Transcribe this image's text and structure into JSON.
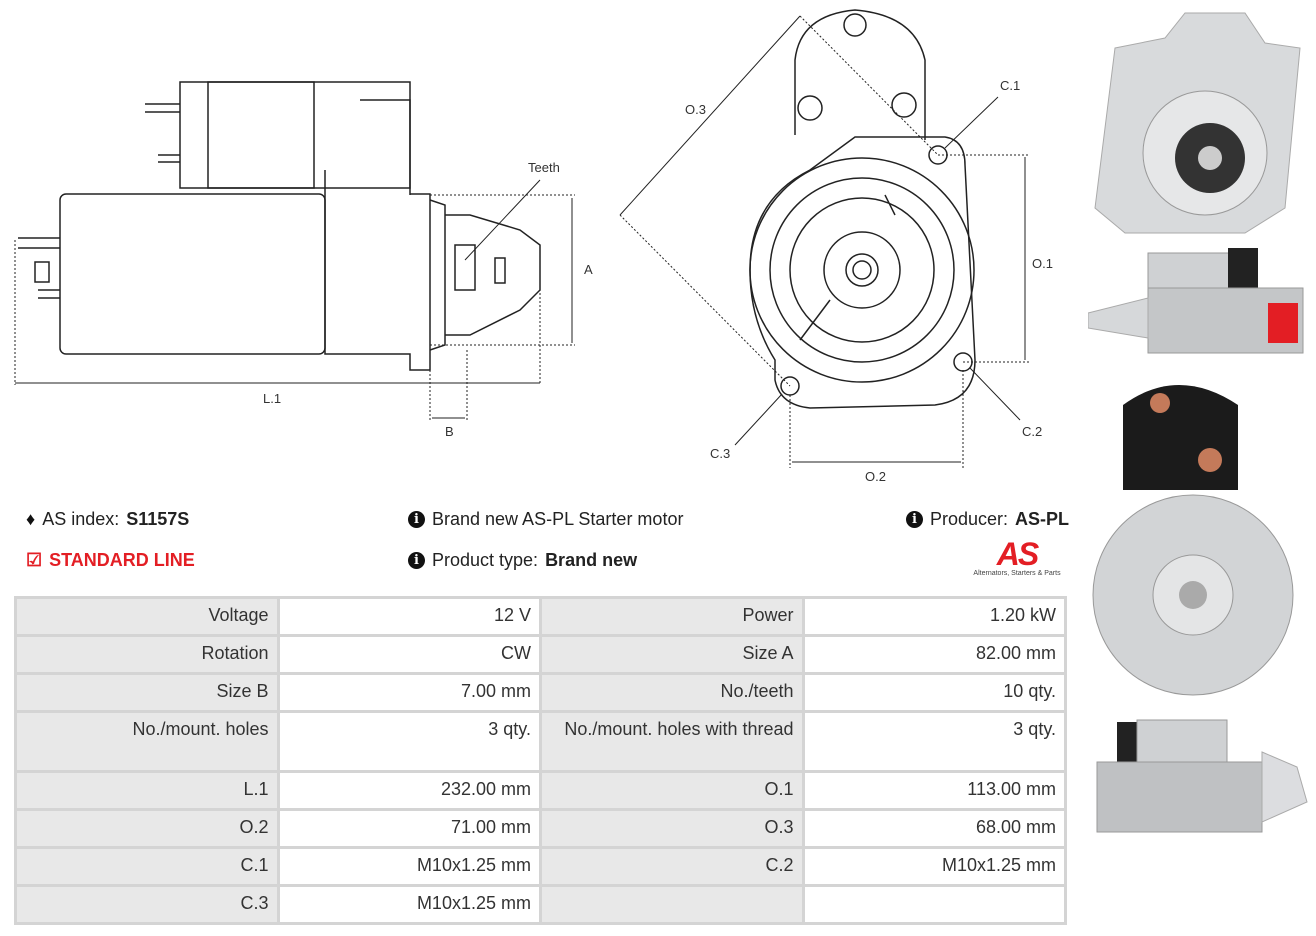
{
  "drawing": {
    "side_view_labels": {
      "teeth": "Teeth",
      "a": "A",
      "b": "B",
      "l1": "L.1"
    },
    "front_view_labels": {
      "o1": "O.1",
      "o2": "O.2",
      "o3": "O.3",
      "c1": "C.1",
      "c2": "C.2",
      "c3": "C.3"
    }
  },
  "info": {
    "index_label": "AS index:",
    "index_value": "S1157S",
    "line_label": "STANDARD LINE",
    "description": "Brand new AS-PL Starter motor",
    "product_type_label": "Product type:",
    "product_type_value": "Brand new",
    "producer_label": "Producer:",
    "producer_value": "AS-PL",
    "logo_text": "AS",
    "logo_tagline": "Alternators, Starters & Parts"
  },
  "colors": {
    "accent": "#e31e24",
    "header_bg": "#e8e8e8",
    "border": "#d4d4d4"
  },
  "specs": [
    [
      {
        "k": "Voltage",
        "v": "12 V"
      },
      {
        "k": "Power",
        "v": "1.20 kW"
      }
    ],
    [
      {
        "k": "Rotation",
        "v": "CW"
      },
      {
        "k": "Size A",
        "v": "82.00 mm"
      }
    ],
    [
      {
        "k": "Size B",
        "v": "7.00 mm"
      },
      {
        "k": "No./teeth",
        "v": "10 qty."
      }
    ],
    [
      {
        "k": "No./mount. holes",
        "v": "3 qty."
      },
      {
        "k": "No./mount. holes with thread",
        "v": "3 qty."
      }
    ],
    [
      {
        "k": "L.1",
        "v": "232.00 mm"
      },
      {
        "k": "O.1",
        "v": "113.00 mm"
      }
    ],
    [
      {
        "k": "O.2",
        "v": "71.00 mm"
      },
      {
        "k": "O.3",
        "v": "68.00 mm"
      }
    ],
    [
      {
        "k": "C.1",
        "v": "M10x1.25 mm"
      },
      {
        "k": "C.2",
        "v": "M10x1.25 mm"
      }
    ],
    [
      {
        "k": "C.3",
        "v": "M10x1.25 mm"
      },
      {
        "k": "",
        "v": ""
      }
    ]
  ]
}
